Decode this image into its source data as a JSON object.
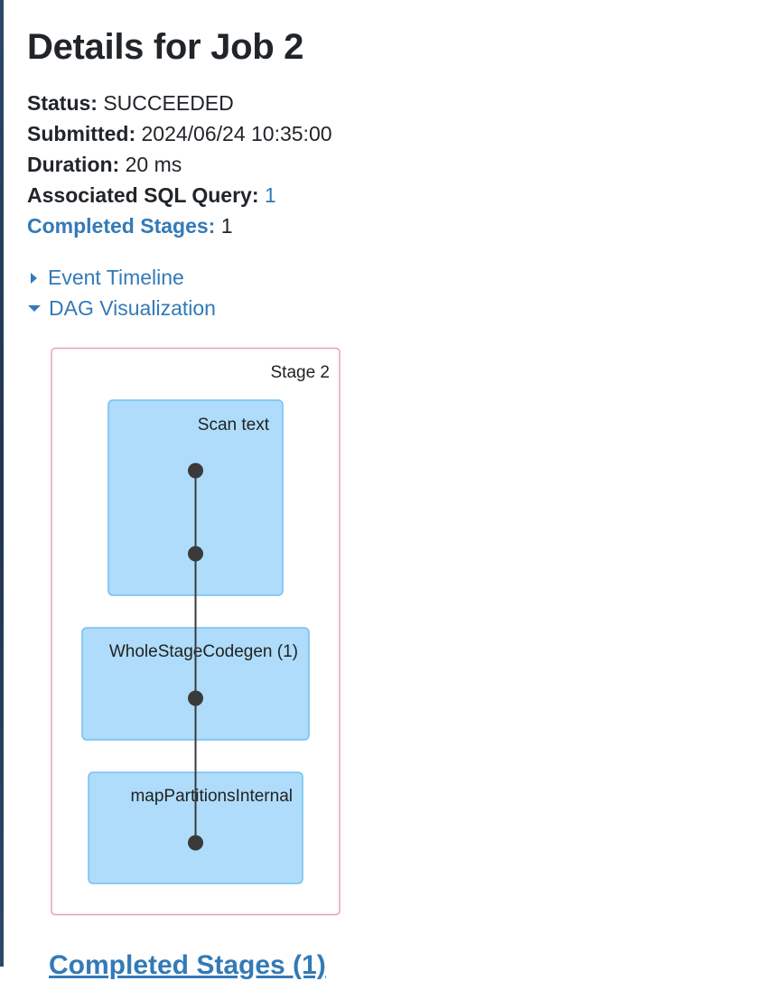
{
  "page": {
    "title": "Details for Job 2"
  },
  "summary": {
    "status_label": "Status:",
    "status_value": "SUCCEEDED",
    "submitted_label": "Submitted:",
    "submitted_value": "2024/06/24 10:35:00",
    "duration_label": "Duration:",
    "duration_value": "20 ms",
    "sql_label": "Associated SQL Query:",
    "sql_value": "1",
    "completed_label": "Completed Stages:",
    "completed_value": "1"
  },
  "toggles": {
    "event_timeline": "Event Timeline",
    "dag_visualization": "DAG Visualization"
  },
  "dag": {
    "stage_label": "Stage 2",
    "nodes": [
      {
        "label": "Scan text"
      },
      {
        "label": "WholeStageCodegen (1)"
      },
      {
        "label": "mapPartitionsInternal"
      }
    ]
  },
  "next_section": {
    "heading": "Completed Stages (1)"
  },
  "colors": {
    "link": "#337ab7",
    "stage_border": "#e8a3ad",
    "node_fill": "#aedcfa",
    "node_border": "#72c0f1",
    "edge": "#3a3a3a"
  }
}
